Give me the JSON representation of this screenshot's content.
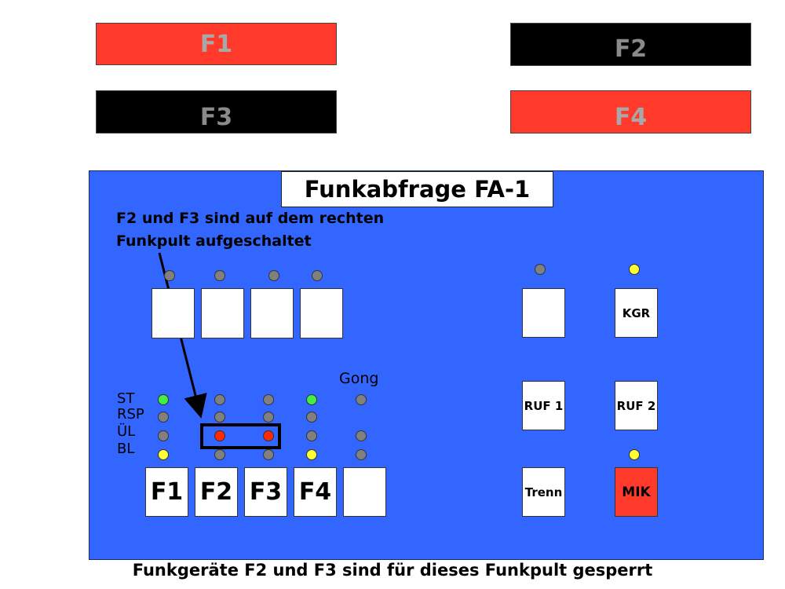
{
  "status_bars": {
    "f1": {
      "label": "F1",
      "state": "active",
      "color": "#ff3a2a"
    },
    "f2": {
      "label": "F2",
      "state": "inactive",
      "color": "#000000"
    },
    "f3": {
      "label": "F3",
      "state": "inactive",
      "color": "#000000"
    },
    "f4": {
      "label": "F4",
      "state": "active",
      "color": "#ff3a2a"
    }
  },
  "console": {
    "title": "Funkabfrage  FA-1",
    "note_line1": "F2 und F3 sind auf dem rechten",
    "note_line2": "Funkpult aufgeschaltet",
    "gong_label": "Gong",
    "row_labels": {
      "st": "ST",
      "rsp": "RSP",
      "ul": "ÜL",
      "bl": "BL"
    },
    "channel_keys": [
      "F1",
      "F2",
      "F3",
      "F4"
    ],
    "right_keys": {
      "kgr": "KGR",
      "ruf1": "RUF 1",
      "ruf2": "RUF 2",
      "trenn": "Trenn",
      "mik": "MIK"
    },
    "colors": {
      "panel": "#3366ff",
      "led_green": "#44ee44",
      "led_yellow": "#ffff33",
      "led_red": "#ff2a00",
      "led_off": "#808080"
    }
  },
  "footer": "Funkgeräte F2 und F3 sind für dieses Funkpult gesperrt"
}
